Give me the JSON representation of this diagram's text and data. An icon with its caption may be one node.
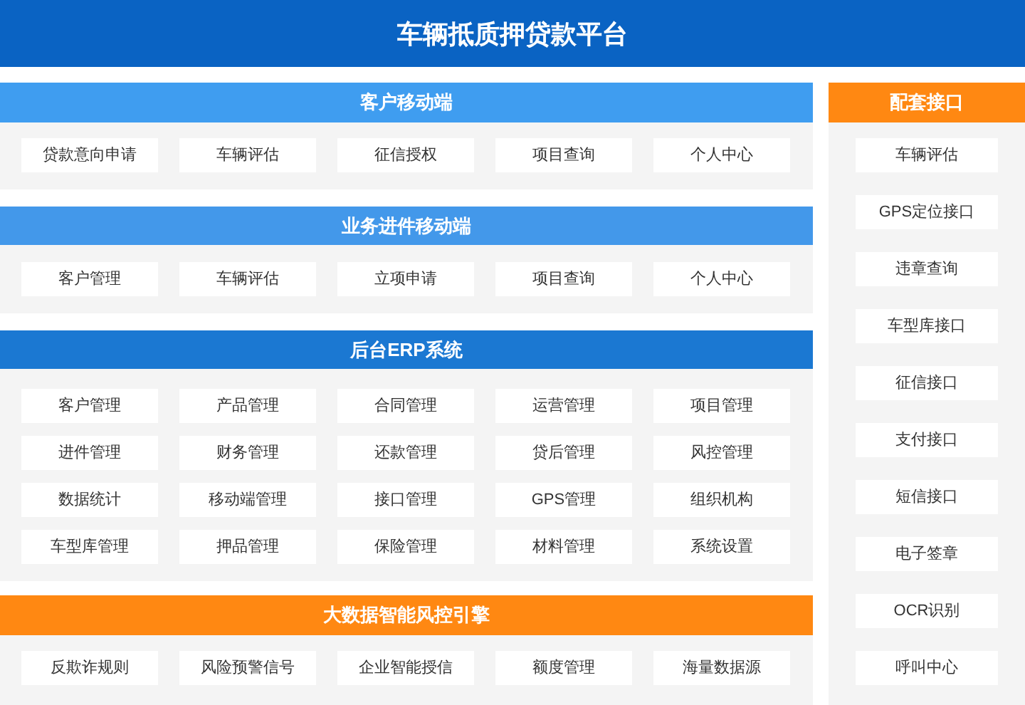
{
  "diagram": {
    "title": "车辆抵质押贷款平台",
    "nodes": [
      {
        "text": [
          "客户移动端"
        ]
      },
      {
        "text": [
          "贷款意向申请"
        ],
        "in": 0
      },
      {
        "text": [
          "车辆评估"
        ],
        "in": 0
      },
      {
        "text": [
          "征信授权"
        ],
        "in": 0
      },
      {
        "text": [
          "项目查询"
        ],
        "in": 0
      },
      {
        "text": [
          "个人中心"
        ],
        "in": 0
      },
      {
        "text": [
          "业务进件移动端"
        ]
      },
      {
        "text": [
          "客户管理"
        ],
        "in": 6
      },
      {
        "text": [
          "车辆评估"
        ],
        "in": 6
      },
      {
        "text": [
          "立项申请"
        ],
        "in": 6
      },
      {
        "text": [
          "项目查询"
        ],
        "in": 6
      },
      {
        "text": [
          "个人中心"
        ],
        "in": 6
      },
      {
        "text": [
          "后台ERP系统"
        ]
      },
      {
        "text": [
          "客户管理"
        ],
        "in": 12
      },
      {
        "text": [
          "产品管理"
        ],
        "in": 12
      },
      {
        "text": [
          "合同管理"
        ],
        "in": 12
      },
      {
        "text": [
          "运营管理"
        ],
        "in": 12
      },
      {
        "text": [
          "项目管理"
        ],
        "in": 12
      },
      {
        "text": [
          "进件管理"
        ],
        "in": 12
      },
      {
        "text": [
          "财务管理"
        ],
        "in": 12
      },
      {
        "text": [
          "还款管理"
        ],
        "in": 12
      },
      {
        "text": [
          "贷后管理"
        ],
        "in": 12
      },
      {
        "text": [
          "风控管理"
        ],
        "in": 12
      },
      {
        "text": [
          "数据统计"
        ],
        "in": 12
      },
      {
        "text": [
          "移动端管理"
        ],
        "in": 12
      },
      {
        "text": [
          "接口管理"
        ],
        "in": 12
      },
      {
        "text": [
          "GPS管理"
        ],
        "in": 12
      },
      {
        "text": [
          "组织机构"
        ],
        "in": 12
      },
      {
        "text": [
          "车型库管理"
        ],
        "in": 12
      },
      {
        "text": [
          "押品管理"
        ],
        "in": 12
      },
      {
        "text": [
          "保险管理"
        ],
        "in": 12
      },
      {
        "text": [
          "材料管理"
        ],
        "in": 12
      },
      {
        "text": [
          "系统设置"
        ],
        "in": 12
      },
      {
        "text": [
          "大数据智能风控引擎"
        ]
      },
      {
        "text": [
          "反欺诈规则"
        ],
        "in": 33
      },
      {
        "text": [
          "风险预警信号"
        ],
        "in": 33
      },
      {
        "text": [
          "企业智能授信"
        ],
        "in": 33
      },
      {
        "text": [
          "额度管理"
        ],
        "in": 33
      },
      {
        "text": [
          "海量数据源"
        ],
        "in": 33
      },
      {
        "text": [
          "配套接口"
        ]
      },
      {
        "text": [
          "车辆评估"
        ],
        "in": 39
      },
      {
        "text": [
          "GPS定位接口"
        ],
        "in": 39
      },
      {
        "text": [
          "违章查询"
        ],
        "in": 39
      },
      {
        "text": [
          "车型库接口"
        ],
        "in": 39
      },
      {
        "text": [
          "征信接口"
        ],
        "in": 39
      },
      {
        "text": [
          "支付接口"
        ],
        "in": 39
      },
      {
        "text": [
          "短信接口"
        ],
        "in": 39
      },
      {
        "text": [
          "电子签章"
        ],
        "in": 39
      },
      {
        "text": [
          "OCR识别"
        ],
        "in": 39
      },
      {
        "text": [
          "呼叫中心"
        ],
        "in": 39
      }
    ]
  }
}
